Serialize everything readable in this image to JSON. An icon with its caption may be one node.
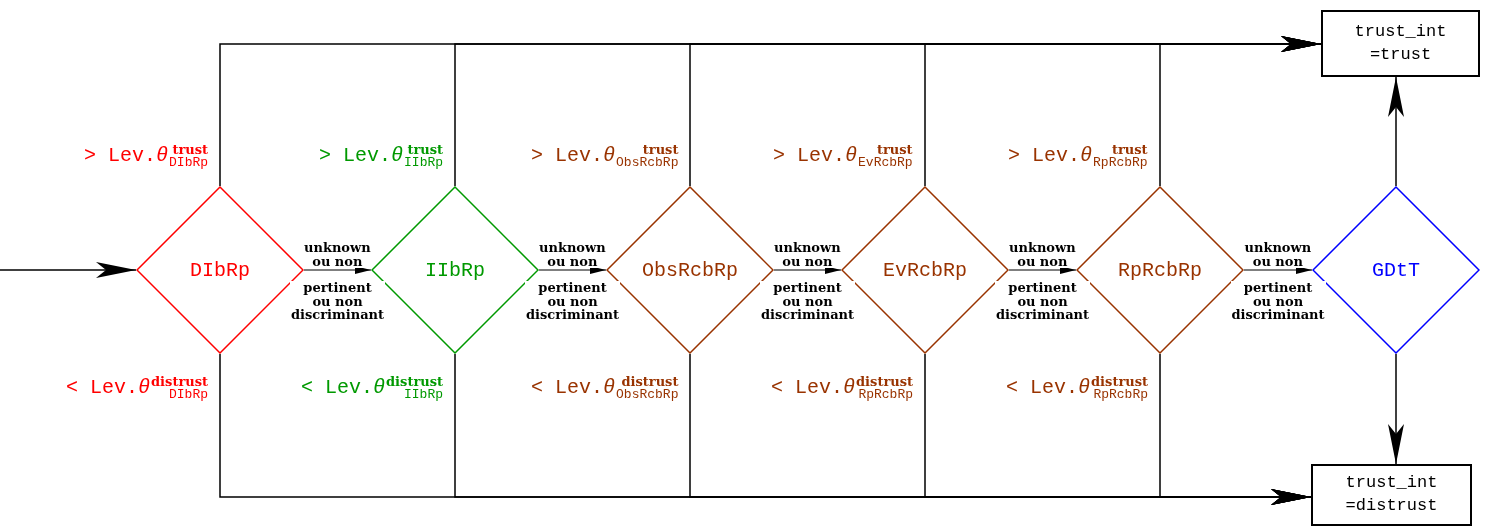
{
  "diagram": {
    "nodes": [
      {
        "text": [
          "DIbRp"
        ]
      },
      {
        "text": [
          "IIbRp"
        ]
      },
      {
        "text": [
          "ObsRcbRp"
        ]
      },
      {
        "text": [
          "EvRcbRp"
        ]
      },
      {
        "text": [
          "RpRcbRp"
        ]
      },
      {
        "text": [
          "GDtT"
        ]
      },
      {
        "text": [
          "trust_int =trust"
        ]
      },
      {
        "text": [
          "trust_int =distrust"
        ]
      }
    ],
    "edges": [
      {
        "from": null,
        "to": 0,
        "arrow": "to"
      },
      {
        "from": 0,
        "to": 1,
        "arrow": "to",
        "label": "unknown ou non pertinent ou non discriminant"
      },
      {
        "from": 1,
        "to": 2,
        "arrow": "to",
        "label": "unknown ou non pertinent ou non discriminant"
      },
      {
        "from": 2,
        "to": 3,
        "arrow": "to",
        "label": "unknown ou non pertinent ou non discriminant"
      },
      {
        "from": 3,
        "to": 4,
        "arrow": "to",
        "label": "unknown ou non pertinent ou non discriminant"
      },
      {
        "from": 4,
        "to": 5,
        "arrow": "to",
        "label": "unknown ou non pertinent ou non discriminant"
      },
      {
        "from": 0,
        "to": 6,
        "arrow": "to",
        "label": "> Lev.*θ*$^{trust}$$_{DIbRp}$"
      },
      {
        "from": 1,
        "to": 6,
        "arrow": "to",
        "label": "> Lev.*θ*$^{trust}$$_{IIbRp}$"
      },
      {
        "from": 2,
        "to": 6,
        "arrow": "to",
        "label": "> Lev.*θ*$^{trust}$$_{ObsRcbRp}$"
      },
      {
        "from": 3,
        "to": 6,
        "arrow": "to",
        "label": "> Lev.*θ*$^{trust}$$_{EvRcbRp}$"
      },
      {
        "from": 4,
        "to": 6,
        "arrow": "to",
        "label": "> Lev.*θ*$^{trust}$$_{RpRcbRp}$"
      },
      {
        "from": 5,
        "to": 6,
        "arrow": "to"
      },
      {
        "from": 0,
        "to": 7,
        "arrow": "to",
        "label": "< Lev.*θ*$^{distrust}$$_{DIbRp}$"
      },
      {
        "from": 1,
        "to": 7,
        "arrow": "to",
        "label": "< Lev.*θ*$^{distrust}$$_{IIbRp}$"
      },
      {
        "from": 2,
        "to": 7,
        "arrow": "to",
        "label": "< Lev.*θ*$^{distrust}$$_{ObsRcbRp}$"
      },
      {
        "from": 3,
        "to": 7,
        "arrow": "to",
        "label": "< Lev.*θ*$^{distrust}$$_{RpRcbRp}$"
      },
      {
        "from": 4,
        "to": 7,
        "arrow": "to",
        "label": "< Lev.*θ*$^{distrust}$$_{RpRcbRp}$"
      },
      {
        "from": 5,
        "to": 7,
        "arrow": "to"
      }
    ]
  }
}
